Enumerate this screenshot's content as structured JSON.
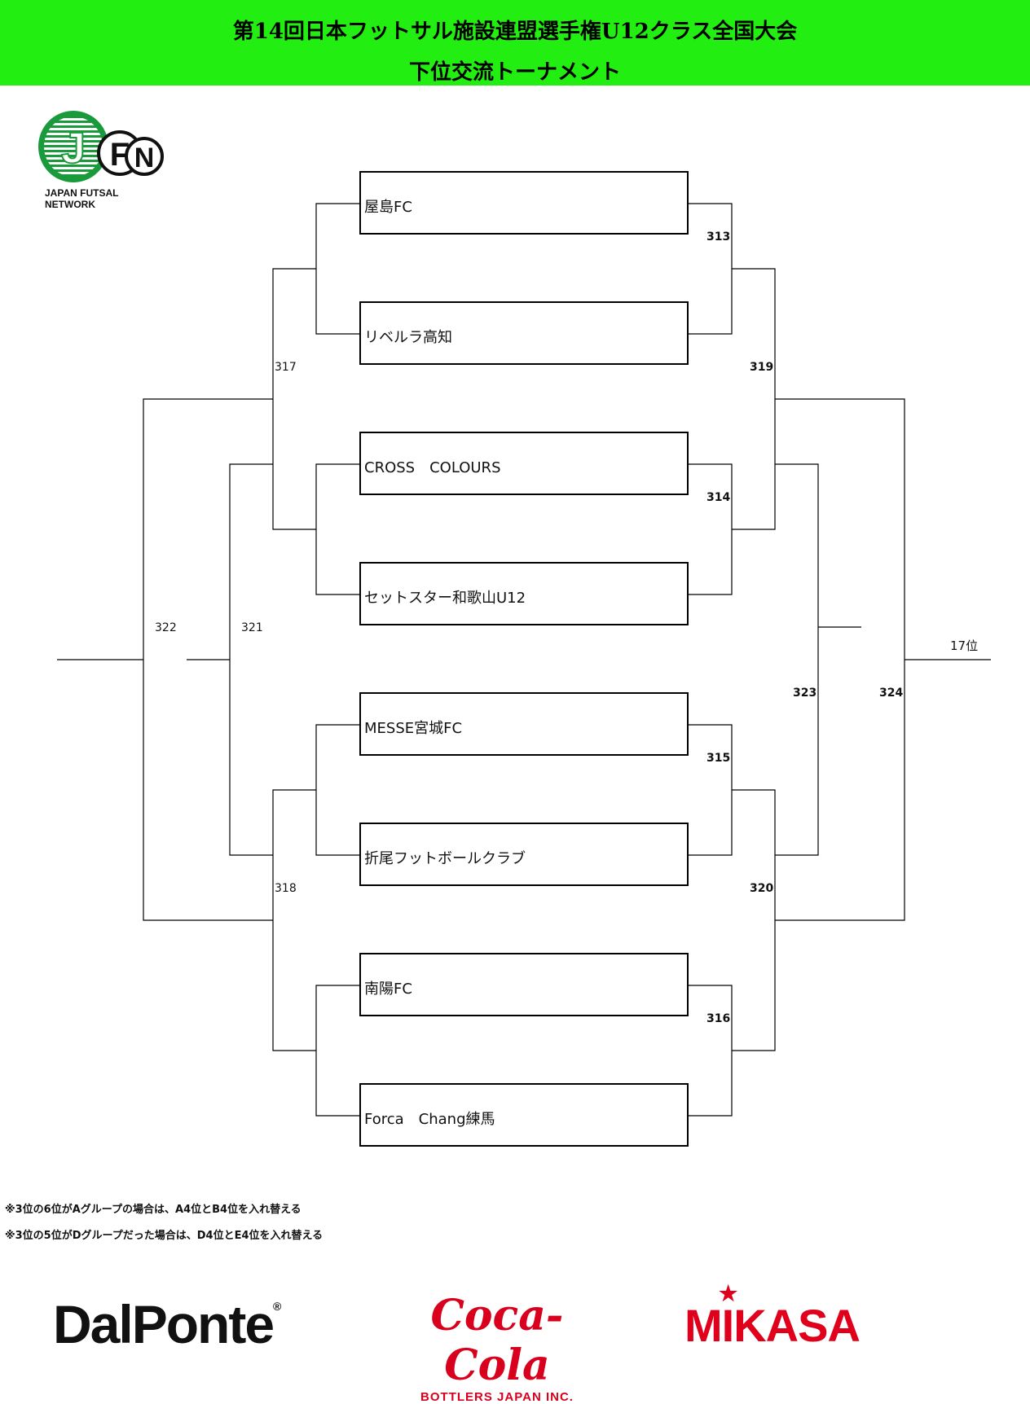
{
  "header": {
    "title_line1": "第14回日本フットサル施設連盟選手権U12クラス全国大会",
    "title_line2": "下位交流トーナメント",
    "bg_color": "#22ee11"
  },
  "logo": {
    "letters": [
      "J",
      "F",
      "N"
    ],
    "caption": "JAPAN FUTSAL NETWORK"
  },
  "teams": [
    "屋島FC",
    "リベルラ高知",
    "CROSS　COLOURS",
    "セットスター和歌山U12",
    "MESSE宮城FC",
    "折尾フットボールクラブ",
    "南陽FC",
    "Forca　Chang練馬"
  ],
  "matches": {
    "m313": "313",
    "m314": "314",
    "m315": "315",
    "m316": "316",
    "m317": "317",
    "m318": "318",
    "m319": "319",
    "m320": "320",
    "m321": "321",
    "m322": "322",
    "m323": "323",
    "m324": "324"
  },
  "placement": "17位",
  "notes": [
    "※3位の6位がAグループの場合は、A4位とB4位を入れ替える",
    "※3位の5位がDグループだった場合は、D4位とE4位を入れ替える"
  ],
  "sponsors": {
    "dalponte": "DalPonte",
    "dalponte_mark": "®",
    "coke_main": "Coca-Cola",
    "coke_sub": "BOTTLERS JAPAN INC.",
    "mikasa": "MIKASA",
    "mikasa_star": "★"
  }
}
